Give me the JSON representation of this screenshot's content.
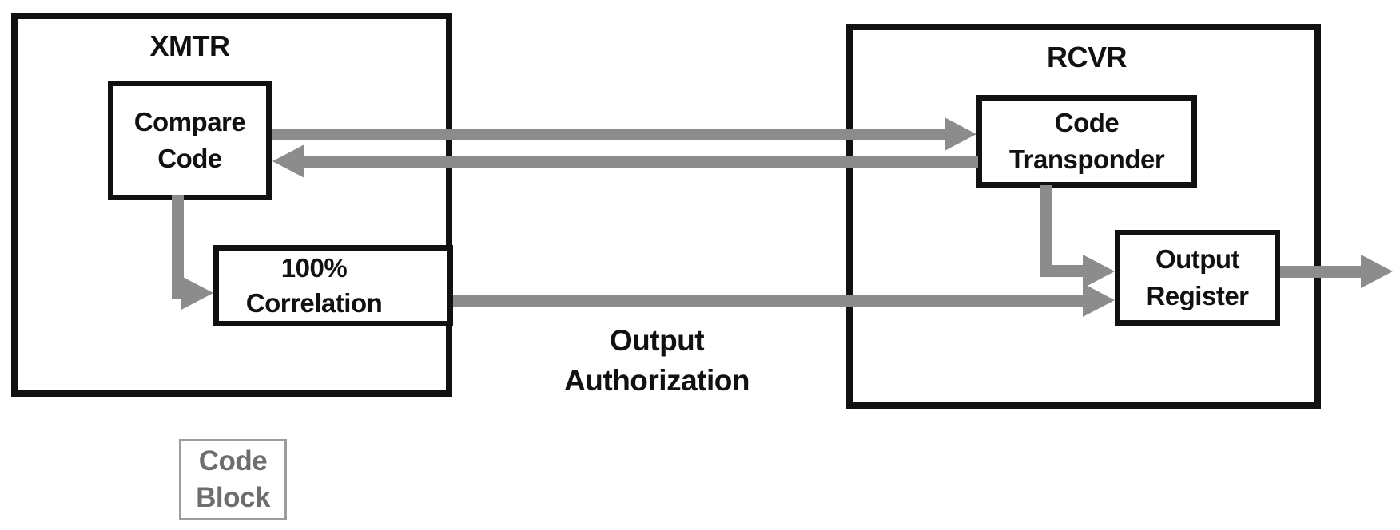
{
  "enclosures": {
    "xmtr": {
      "title": "XMTR"
    },
    "rcvr": {
      "title": "RCVR"
    }
  },
  "blocks": {
    "compare_code": {
      "line1": "Compare",
      "line2": "Code"
    },
    "correlation": {
      "line1": "100%",
      "line2": "Correlation"
    },
    "code_transponder": {
      "line1": "Code",
      "line2": "Transponder"
    },
    "output_register": {
      "line1": "Output",
      "line2": "Register"
    }
  },
  "annotations": {
    "output_authorization": {
      "line1": "Output",
      "line2": "Authorization"
    }
  },
  "legend": {
    "code_block": {
      "line1": "Code",
      "line2": "Block"
    }
  },
  "colors": {
    "box_black": "#111111",
    "arrow_gray": "#8c8c8c",
    "legend_border_gray": "#9c9c9c",
    "legend_text_gray": "#6e6e6e"
  }
}
